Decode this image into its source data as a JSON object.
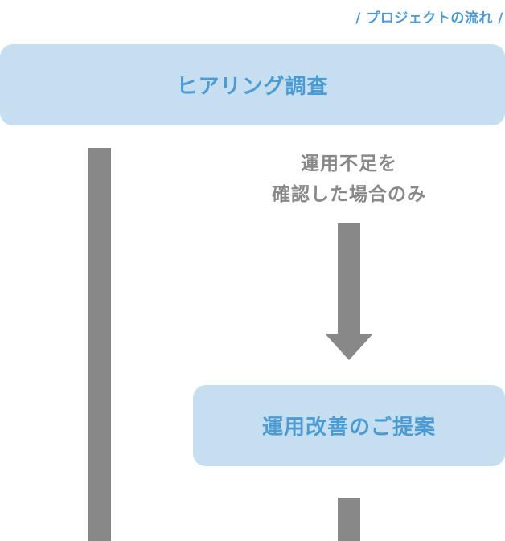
{
  "header": {
    "flow_label": "/ プロジェクトの流れ /"
  },
  "steps": {
    "hearing": "ヒアリング調査",
    "proposal": "運用改善のご提案"
  },
  "condition": {
    "line1": "運用不足を",
    "line2": "確認した場合のみ"
  },
  "icons": {
    "arrow": "arrow-down-icon"
  },
  "colors": {
    "accent": "#4c9bd3",
    "box_fill": "#c5def0",
    "connector": "#888888"
  }
}
